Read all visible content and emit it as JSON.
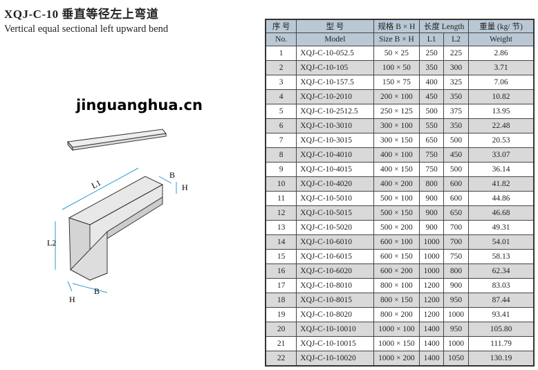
{
  "title": "XQJ-C-10 垂直等径左上弯道",
  "subtitle": "Vertical equal sectional left upward bend",
  "drawing": {
    "labels": {
      "l1": "L1",
      "l2": "L2",
      "b_top": "B",
      "h_top": "H",
      "b_bottom": "B",
      "h_bottom": "H"
    }
  },
  "table": {
    "headers": {
      "no_cn": "序 号",
      "no_en": "No.",
      "model_cn": "型 号",
      "model_en": "Model",
      "size_cn": "规格 B × H",
      "size_en": "Size  B × H",
      "length": "长度 Length",
      "l1": "L1",
      "l2": "L2",
      "weight_cn": "重量 (kg/ 节)",
      "weight_en": "Weight"
    },
    "rows": [
      [
        "1",
        "XQJ-C-10-052.5",
        "50 × 25",
        "250",
        "225",
        "2.86"
      ],
      [
        "2",
        "XQJ-C-10-105",
        "100 × 50",
        "350",
        "300",
        "3.71"
      ],
      [
        "3",
        "XQJ-C-10-157.5",
        "150 × 75",
        "400",
        "325",
        "7.06"
      ],
      [
        "4",
        "XQJ-C-10-2010",
        "200 × 100",
        "450",
        "350",
        "10.82"
      ],
      [
        "5",
        "XQJ-C-10-2512.5",
        "250 × 125",
        "500",
        "375",
        "13.95"
      ],
      [
        "6",
        "XQJ-C-10-3010",
        "300 × 100",
        "550",
        "350",
        "22.48"
      ],
      [
        "7",
        "XQJ-C-10-3015",
        "300 × 150",
        "650",
        "500",
        "20.53"
      ],
      [
        "8",
        "XQJ-C-10-4010",
        "400 × 100",
        "750",
        "450",
        "33.07"
      ],
      [
        "9",
        "XQJ-C-10-4015",
        "400 × 150",
        "750",
        "500",
        "36.14"
      ],
      [
        "10",
        "XQJ-C-10-4020",
        "400 × 200",
        "800",
        "600",
        "41.82"
      ],
      [
        "11",
        "XQJ-C-10-5010",
        "500 × 100",
        "900",
        "600",
        "44.86"
      ],
      [
        "12",
        "XQJ-C-10-5015",
        "500 × 150",
        "900",
        "650",
        "46.68"
      ],
      [
        "13",
        "XQJ-C-10-5020",
        "500 × 200",
        "900",
        "700",
        "49.31"
      ],
      [
        "14",
        "XQJ-C-10-6010",
        "600 × 100",
        "1000",
        "700",
        "54.01"
      ],
      [
        "15",
        "XQJ-C-10-6015",
        "600 × 150",
        "1000",
        "750",
        "58.13"
      ],
      [
        "16",
        "XQJ-C-10-6020",
        "600 × 200",
        "1000",
        "800",
        "62.34"
      ],
      [
        "17",
        "XQJ-C-10-8010",
        "800 × 100",
        "1200",
        "900",
        "83.03"
      ],
      [
        "18",
        "XQJ-C-10-8015",
        "800 × 150",
        "1200",
        "950",
        "87.44"
      ],
      [
        "19",
        "XQJ-C-10-8020",
        "800 × 200",
        "1200",
        "1000",
        "93.41"
      ],
      [
        "20",
        "XQJ-C-10-10010",
        "1000 × 100",
        "1400",
        "950",
        "105.80"
      ],
      [
        "21",
        "XQJ-C-10-10015",
        "1000 × 150",
        "1400",
        "1000",
        "111.79"
      ],
      [
        "22",
        "XQJ-C-10-10020",
        "1000 × 200",
        "1400",
        "1050",
        "130.19"
      ]
    ]
  },
  "watermark": "jinguanghua.cn"
}
